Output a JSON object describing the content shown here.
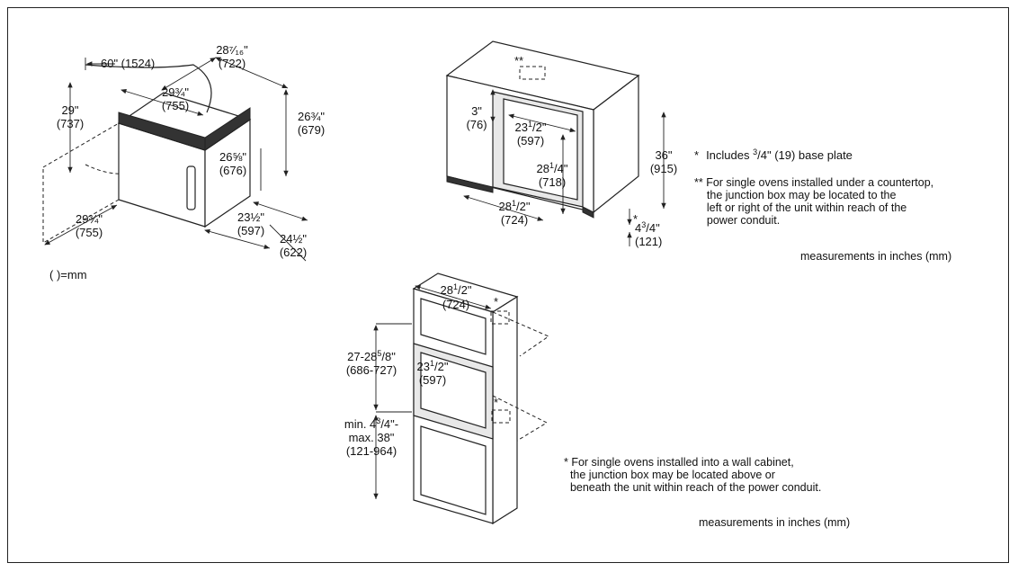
{
  "oven": {
    "dims": {
      "cord": "60\" (1524)",
      "depth_in": "28⁷⁄₁₆\"",
      "depth_mm": "(722)",
      "width_top_in": "29¾\"",
      "width_top_mm": "(755)",
      "height_in": "29\"",
      "height_mm": "(737)",
      "body_h_in": "26¾\"",
      "body_h_mm": "(679)",
      "inner_h_in": "26⅝\"",
      "inner_h_mm": "(676)",
      "width_bot_in": "29¾\"",
      "width_bot_mm": "(755)",
      "base_w_in": "23½\"",
      "base_w_mm": "(597)",
      "base_d_in": "24½\"",
      "base_d_mm": "(622)"
    },
    "mm_note": "( )=mm"
  },
  "under_counter": {
    "dims": {
      "stars": "**",
      "top_gap_in": "3\"",
      "top_gap_mm": "(76)",
      "cut_w_in": "23",
      "cut_w_sup": "1",
      "cut_w_frac": "/2\"",
      "cut_w_mm": "(597)",
      "cut_h_in": "28",
      "cut_h_sup": "1",
      "cut_h_frac": "/4\"",
      "cut_h_mm": "(718)",
      "width_in": "28",
      "width_sup": "1",
      "width_frac": "/2\"",
      "width_mm": "(724)",
      "height_in": "36\"",
      "height_mm": "(915)",
      "toe_star": "*",
      "toe_in": "4",
      "toe_sup": "3",
      "toe_frac": "/4\"",
      "toe_mm": "(121)"
    },
    "notes": {
      "note1_star": "*",
      "note1_pre": "Includes ",
      "note1_sup": "3",
      "note1_rest": "/4\" (19) base plate",
      "note2": "** For single ovens installed under a countertop,\n    the junction box may be located to the\n    left or right of the unit within reach of the\n    power conduit.",
      "units": "measurements in inches (mm)"
    }
  },
  "wall_cabinet": {
    "dims": {
      "width_in": "28",
      "width_sup": "1",
      "width_frac": "/2\"",
      "width_mm": "(724)",
      "star_top": "*",
      "star_bot": "*",
      "cut_h_in": "27-28",
      "cut_h_sup": "5",
      "cut_h_frac": "/8\"",
      "cut_h_mm": "(686-727)",
      "cut_w_in": "23",
      "cut_w_sup": "1",
      "cut_w_frac": "/2\"",
      "cut_w_mm": "(597)",
      "min_line1": "min. 4",
      "min_sup": "3",
      "min_frac": "/4\"-",
      "min_line2": "max. 38\"",
      "min_mm": "(121-964)"
    },
    "notes": {
      "note": "* For single ovens installed into a wall cabinet,\n  the junction box may be located above or\n  beneath the unit within reach of the power conduit.",
      "units": "measurements in inches (mm)"
    }
  }
}
